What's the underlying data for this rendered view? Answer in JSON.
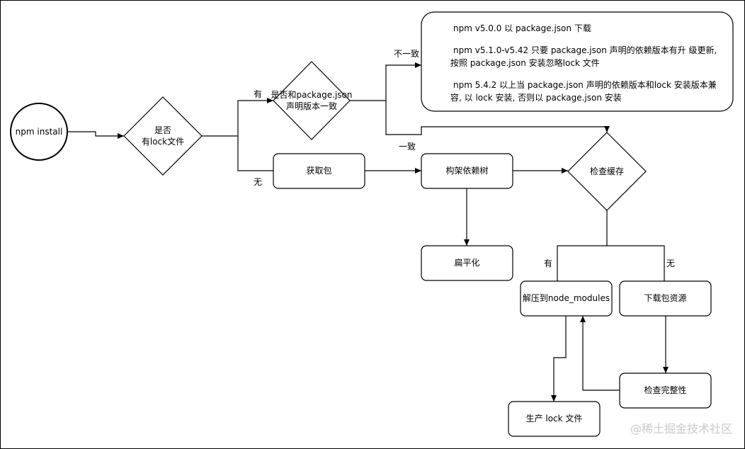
{
  "nodes": {
    "npm_install": "npm install",
    "has_lock_line1": "是否",
    "has_lock_line2": "有lock文件",
    "version_match_line1": "是否和package.json",
    "version_match_line2": "声明版本一致",
    "fetch_package": "获取包",
    "build_tree": "构架依赖树",
    "check_cache": "检查缓存",
    "flatten": "扁平化",
    "unzip_modules": "解压到node_modules",
    "download_resource": "下载包资源",
    "check_integrity": "检查完整性",
    "generate_lock": "生产 lock 文件"
  },
  "edge_labels": {
    "has_yes": "有",
    "has_no": "无",
    "mismatch": "不一致",
    "match": "一致",
    "cache_yes": "有",
    "cache_no": "无"
  },
  "note": {
    "line1": "npm v5.0.0 以  package.json 下载",
    "line2a": "npm v5.1.0-v5.42 只要 package.json 声明的依赖版本有升  级更新,",
    "line2b": "按照 package.json 安装忽略lock 文件",
    "line3a": "npm 5.4.2 以上当  package.json 声明的依赖版本和lock 安装版本兼",
    "line3b": "容, 以 lock 安装, 否则以 package.json 安装"
  },
  "watermark": "@稀土掘金技术社区"
}
